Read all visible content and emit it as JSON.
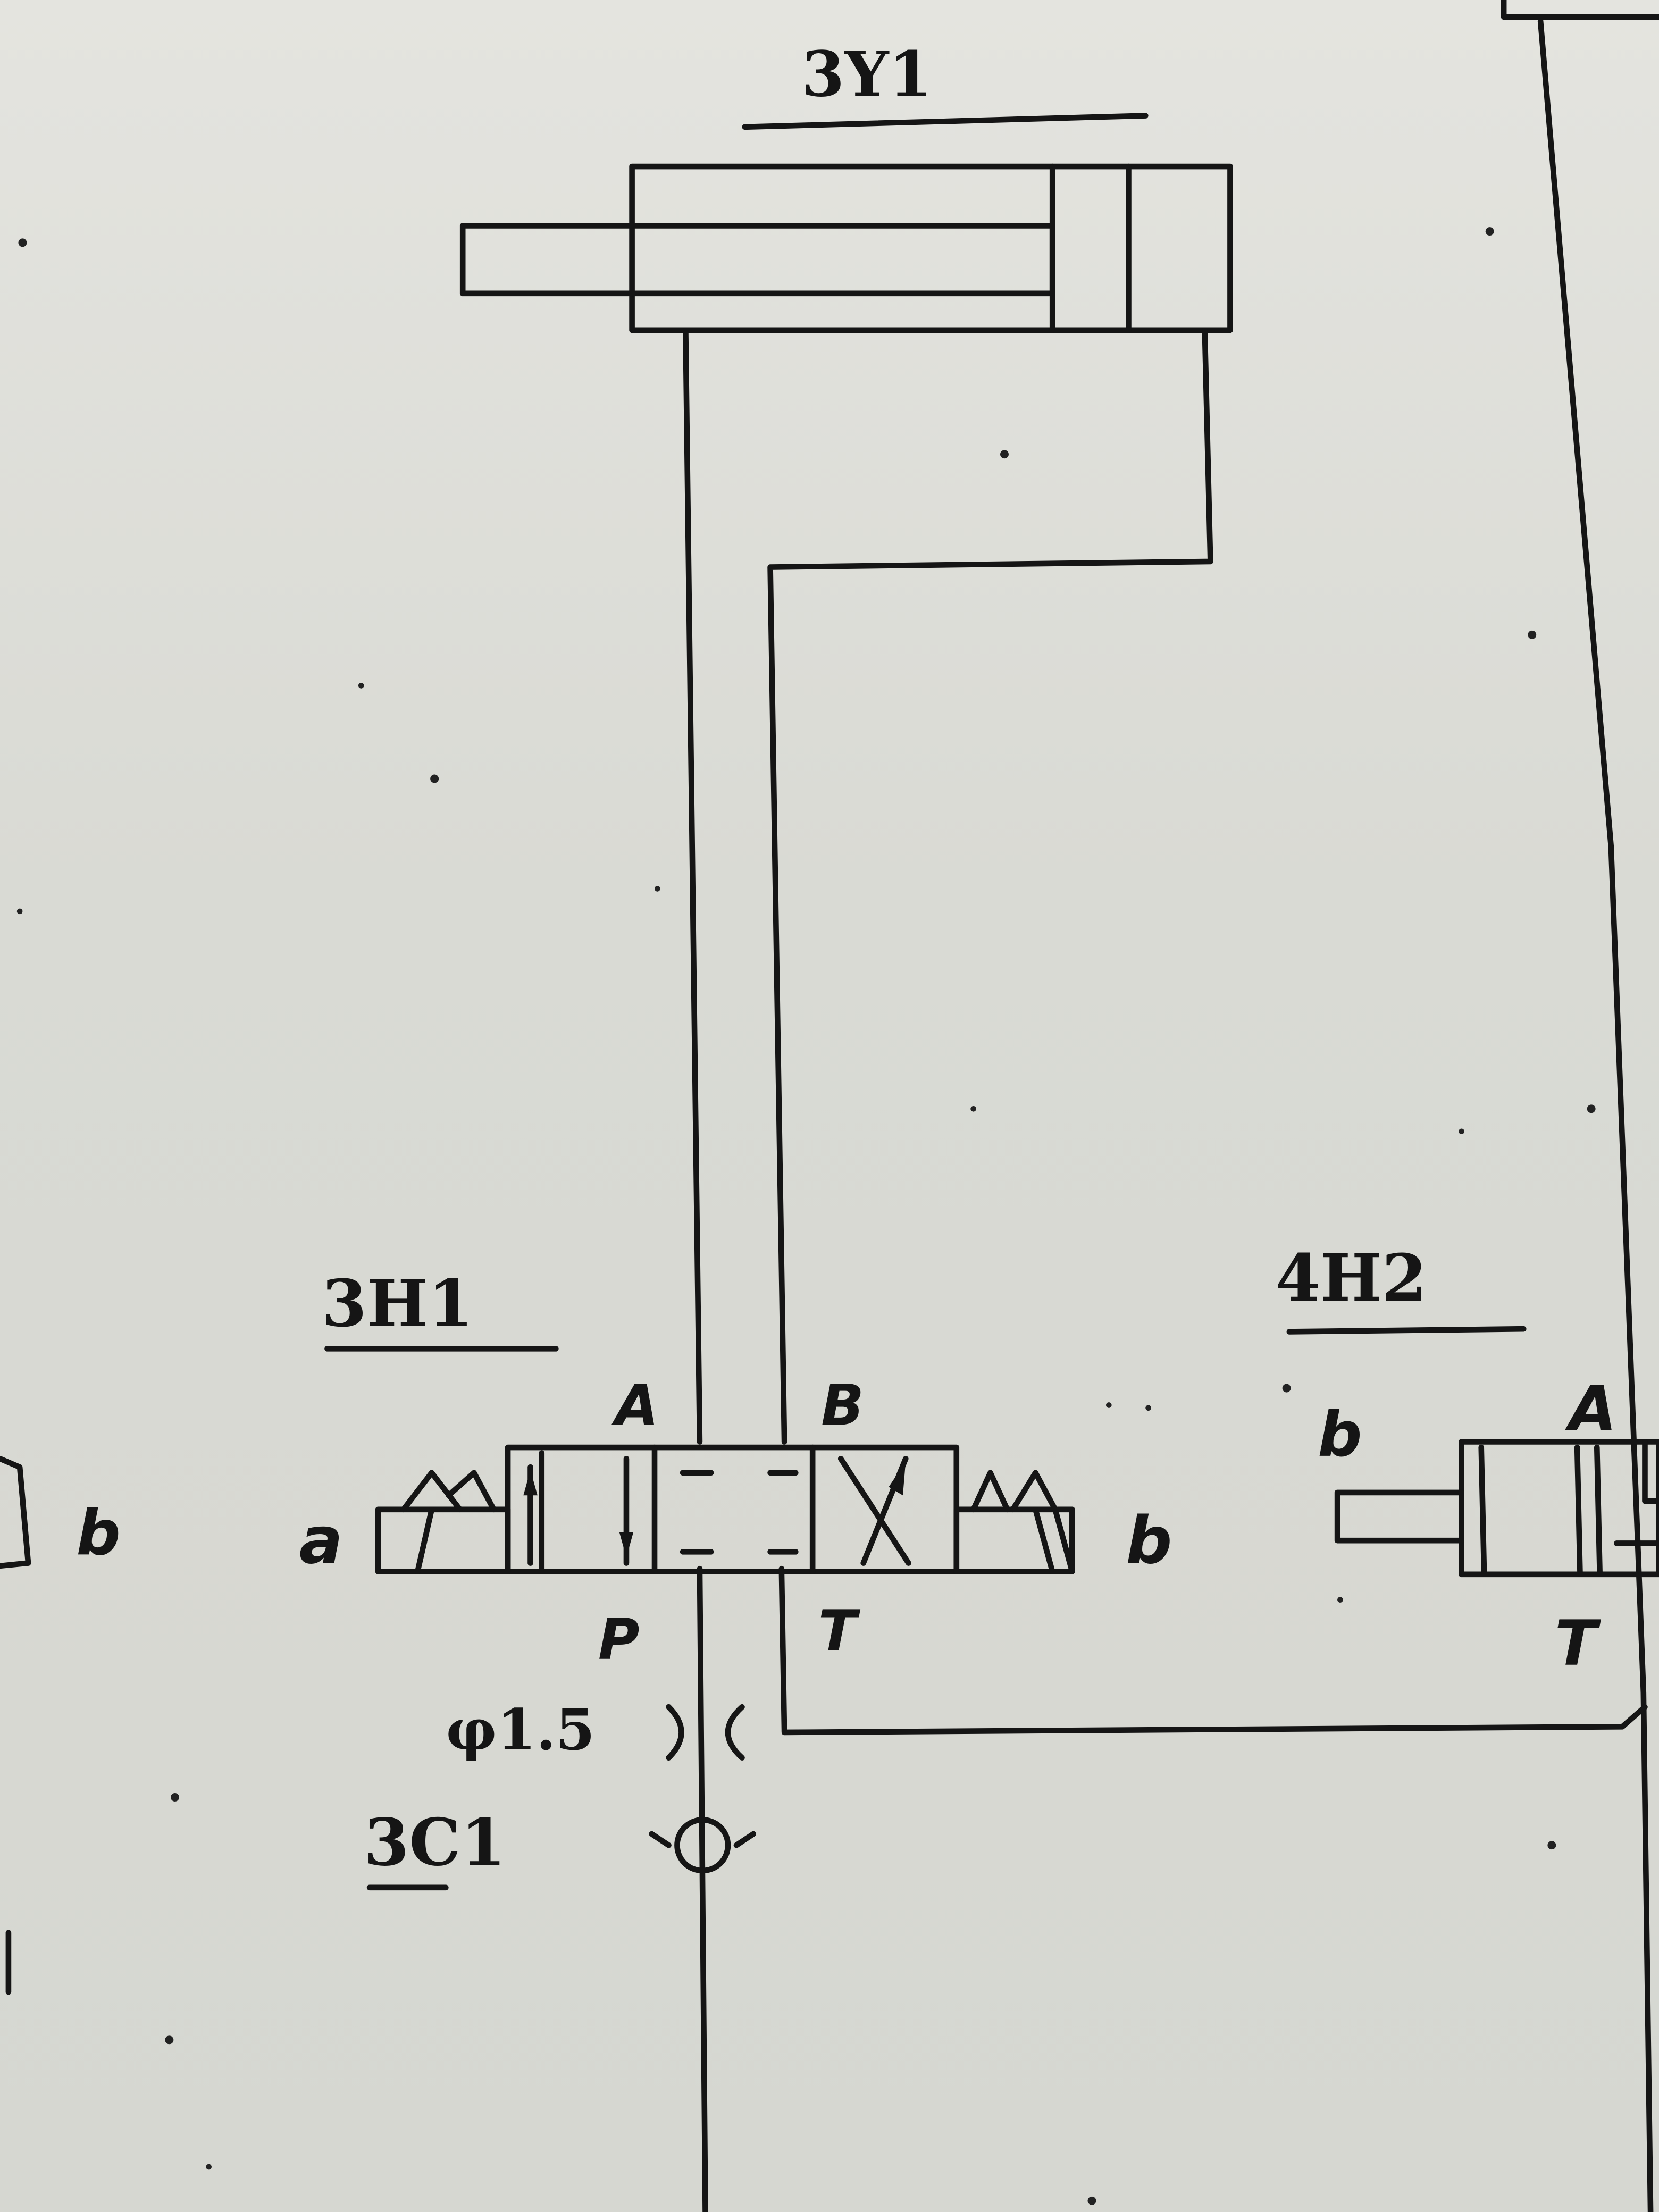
{
  "labels": {
    "cylinder": "3Y1",
    "valve_main": "3H1",
    "valve_right": "4H2",
    "check_valve": "3C1",
    "orifice": "φ1.5"
  },
  "ports": {
    "a": "A",
    "b": "B",
    "p": "P",
    "t": "T",
    "solenoid_a": "a",
    "solenoid_b": "b",
    "left_edge_b": "b",
    "right_valve_b": "b",
    "right_valve_a": "A",
    "right_valve_t": "T"
  },
  "colors": {
    "ink": "#151515",
    "paper": "#e0e0db"
  }
}
